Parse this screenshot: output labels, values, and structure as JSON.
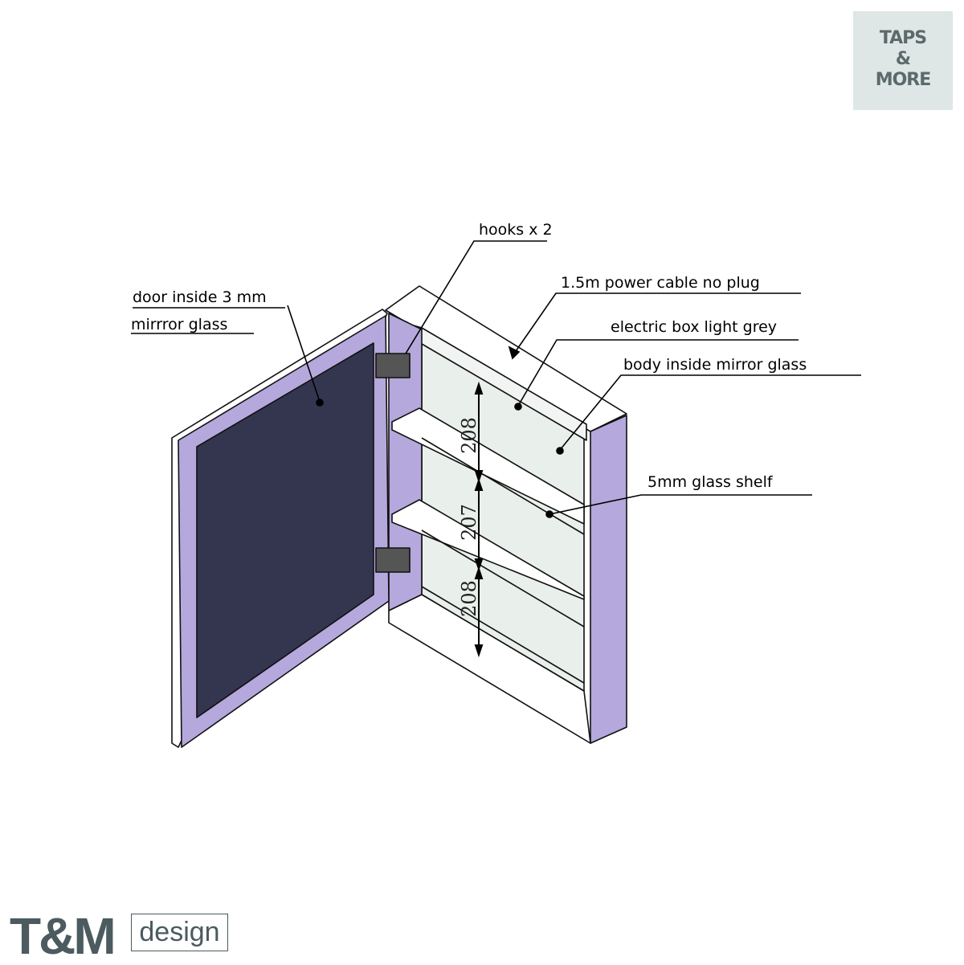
{
  "labels": {
    "hooks": "hooks  x 2",
    "power_cable": "1.5m power cable no plug",
    "door_inside": "door inside 3 mm",
    "mirror_glass": "mirrror glass",
    "electric_box": "electric box light grey",
    "body_inside": "body inside mirror glass",
    "glass_shelf": "5mm glass shelf"
  },
  "dimensions": [
    "208",
    "207",
    "208"
  ],
  "logos": {
    "taps_more": [
      "TAPS",
      "&",
      "MORE"
    ],
    "brand": "T&M",
    "brand_sub": "design"
  },
  "colors": {
    "lavender": "#b5a8dc",
    "mirror": "#343650",
    "inside": "#e9efeb"
  }
}
